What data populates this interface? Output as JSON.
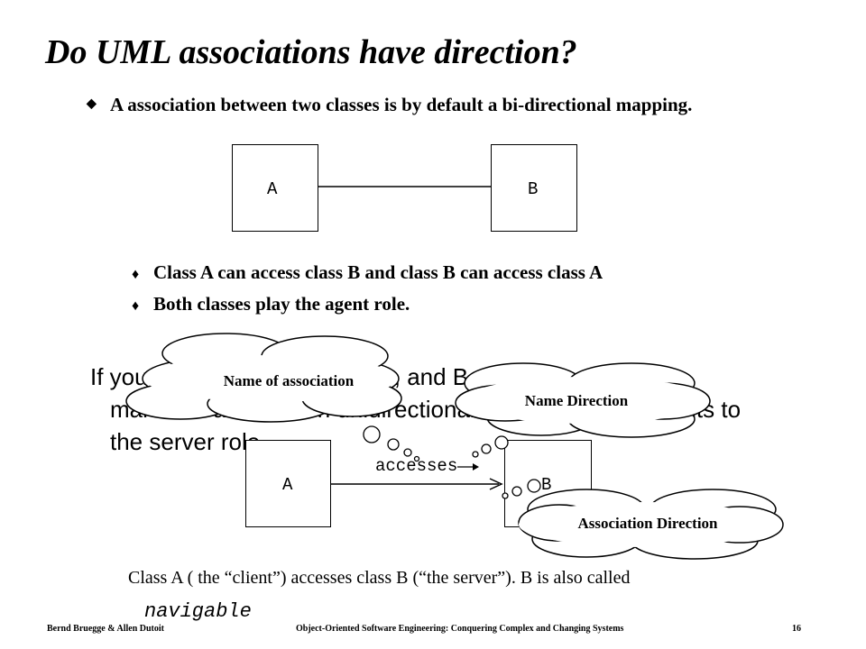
{
  "slide": {
    "title": "Do UML associations have direction?",
    "bullet": "A association between two classes is by default a  bi-directional mapping.",
    "sub_bullets": [
      "Class A can access class B and class B can access class A",
      "Both classes play the agent role."
    ],
    "paragraph_lines": [
      "If you want to make A a client, and B a server, you can",
      "make the association unidirectional. The arrowhead points to",
      "the server role."
    ],
    "caption": "Class A ( the “client”) accesses class B (“the server”). B is also called",
    "caption_term": "navigable"
  },
  "diagram_top": {
    "class_a": "A",
    "class_b": "B"
  },
  "diagram_bottom": {
    "class_a": "A",
    "class_b": "B",
    "association_label": "accesses"
  },
  "callouts": {
    "name_of_association": "Name of association",
    "name_direction": "Name Direction",
    "association_direction": "Association Direction"
  },
  "footer": {
    "authors": "Bernd Bruegge & Allen Dutoit",
    "book": "Object-Oriented Software Engineering: Conquering Complex and Changing Systems",
    "page": "16"
  },
  "colors": {
    "cloud_fill": "#ffffff",
    "stroke": "#000000"
  }
}
